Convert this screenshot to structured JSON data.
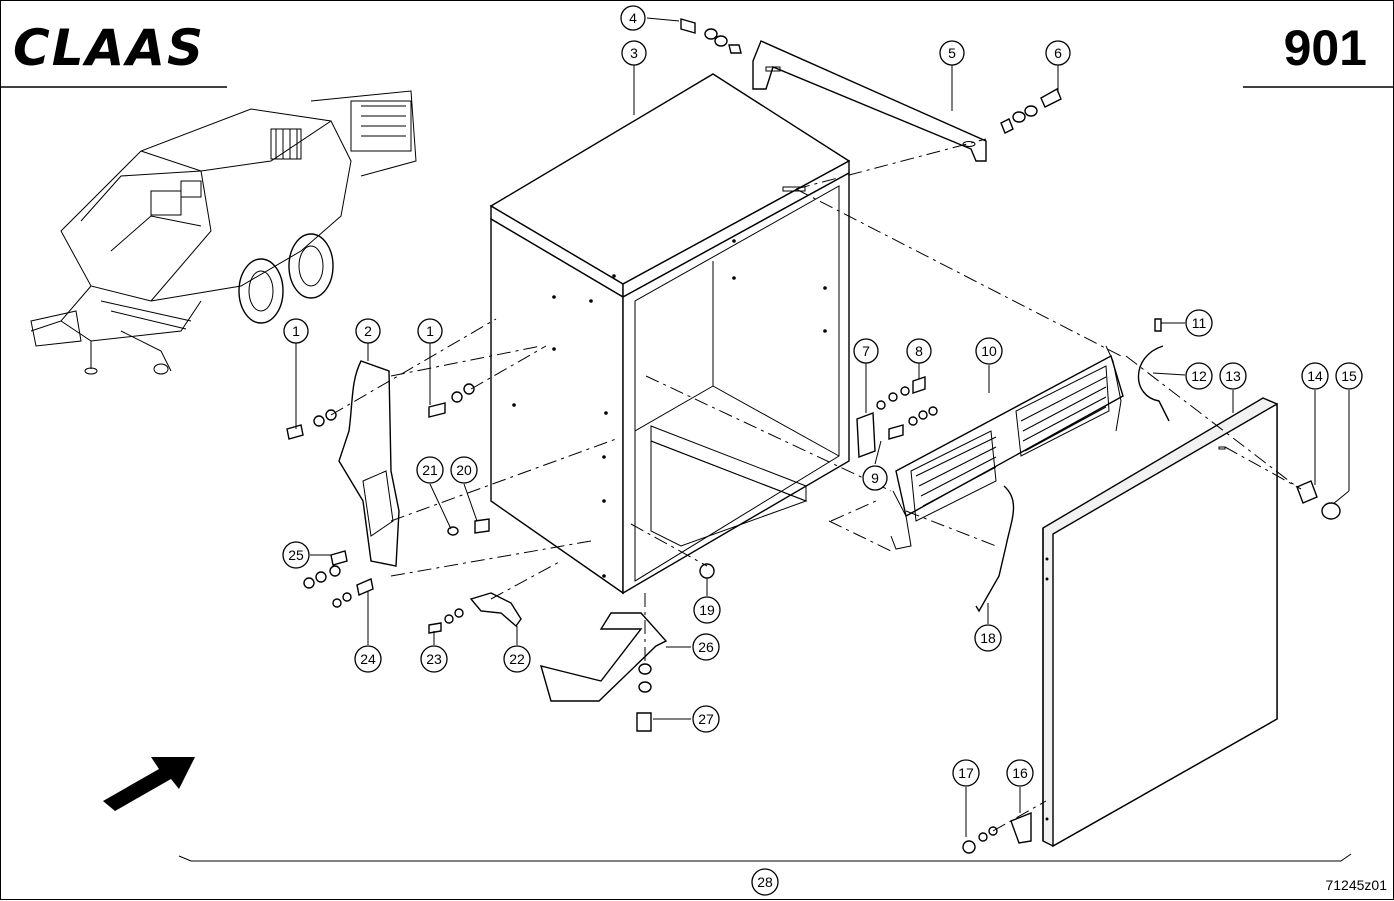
{
  "header": {
    "brand": "CLAAS",
    "page_number": "901"
  },
  "footer": {
    "drawing_ref": "71245z01"
  },
  "callouts": [
    {
      "id": "c4",
      "label": "4"
    },
    {
      "id": "c3",
      "label": "3"
    },
    {
      "id": "c5",
      "label": "5"
    },
    {
      "id": "c6",
      "label": "6"
    },
    {
      "id": "c1a",
      "label": "1"
    },
    {
      "id": "c2",
      "label": "2"
    },
    {
      "id": "c1b",
      "label": "1"
    },
    {
      "id": "c7",
      "label": "7"
    },
    {
      "id": "c8",
      "label": "8"
    },
    {
      "id": "c10",
      "label": "10"
    },
    {
      "id": "c11",
      "label": "11"
    },
    {
      "id": "c12",
      "label": "12"
    },
    {
      "id": "c13",
      "label": "13"
    },
    {
      "id": "c14",
      "label": "14"
    },
    {
      "id": "c15",
      "label": "15"
    },
    {
      "id": "c9",
      "label": "9"
    },
    {
      "id": "c21",
      "label": "21"
    },
    {
      "id": "c20",
      "label": "20"
    },
    {
      "id": "c25",
      "label": "25"
    },
    {
      "id": "c19",
      "label": "19"
    },
    {
      "id": "c18",
      "label": "18"
    },
    {
      "id": "c26",
      "label": "26"
    },
    {
      "id": "c24",
      "label": "24"
    },
    {
      "id": "c23",
      "label": "23"
    },
    {
      "id": "c22",
      "label": "22"
    },
    {
      "id": "c27",
      "label": "27"
    },
    {
      "id": "c17",
      "label": "17"
    },
    {
      "id": "c16",
      "label": "16"
    },
    {
      "id": "c28",
      "label": "28"
    }
  ],
  "icons": {
    "direction_arrow": "arrow-icon"
  }
}
